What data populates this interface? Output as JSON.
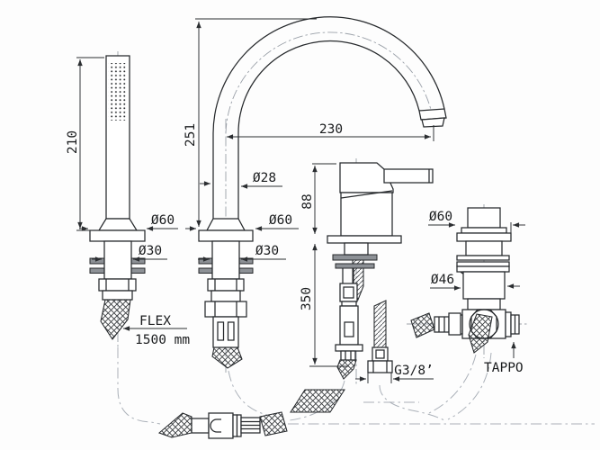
{
  "drawing": {
    "handshower": {
      "length": "210",
      "escutcheon_diameter": "Ø60",
      "shank_diameter": "Ø30",
      "hose_label_line1": "FLEX",
      "hose_label_line2": "1500 mm"
    },
    "spout": {
      "height": "251",
      "reach": "230",
      "tube_diameter": "Ø28",
      "escutcheon_diameter": "Ø60",
      "shank_diameter": "Ø30"
    },
    "mixer": {
      "body_height": "88",
      "under_deck_length": "350",
      "thread_label": "G3/8’"
    },
    "valve": {
      "escutcheon_diameter": "Ø60",
      "body_diameter": "Ø46",
      "plug_label": "TAPPO"
    }
  }
}
